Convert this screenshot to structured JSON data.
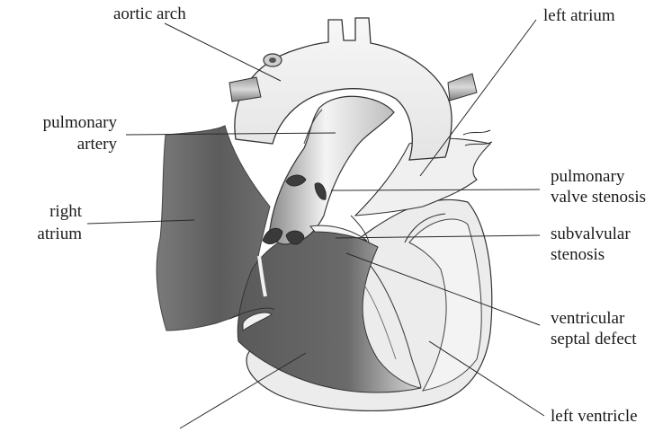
{
  "labels": {
    "aortic_arch": "aortic arch",
    "left_atrium": "left atrium",
    "pulmonary_artery_line1": "pulmonary",
    "pulmonary_artery_line2": "artery",
    "pulmonary_valve_stenosis_line1": "pulmonary",
    "pulmonary_valve_stenosis_line2": "valve stenosis",
    "right_atrium_line1": "right",
    "right_atrium_line2": "atrium",
    "subvalvular_stenosis_line1": "subvalvular",
    "subvalvular_stenosis_line2": "stenosis",
    "ventricular_septal_defect_line1": "ventricular",
    "ventricular_septal_defect_line2": "septal defect",
    "left_ventricle": "left ventricle"
  }
}
